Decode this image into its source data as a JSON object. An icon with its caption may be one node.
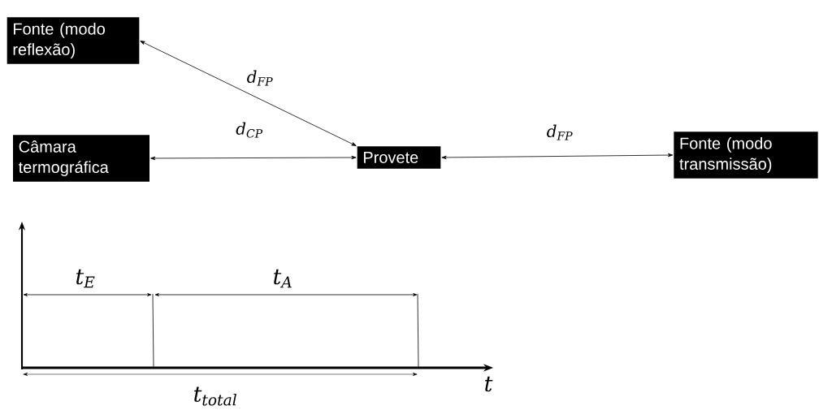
{
  "diagram": {
    "nodes": [
      {
        "text": [
          "Fonte (modo reflexão)"
        ]
      },
      {
        "text": [
          "Câmara termográfica"
        ]
      },
      {
        "text": [
          "Provete"
        ]
      },
      {
        "text": [
          "Fonte (modo transmissão)"
        ]
      }
    ],
    "edges": [
      {
        "from": 0,
        "to": 2,
        "arrow": "both",
        "label": "d$_{FP}$"
      },
      {
        "from": 1,
        "to": 2,
        "arrow": "both",
        "label": "d$_{CP}$"
      },
      {
        "from": 2,
        "to": 3,
        "arrow": "both",
        "label": "d$_{FP}$"
      }
    ],
    "labels": [
      "t$_{E}$",
      "t$_{A}$",
      "t$_{total}$",
      "t"
    ]
  }
}
